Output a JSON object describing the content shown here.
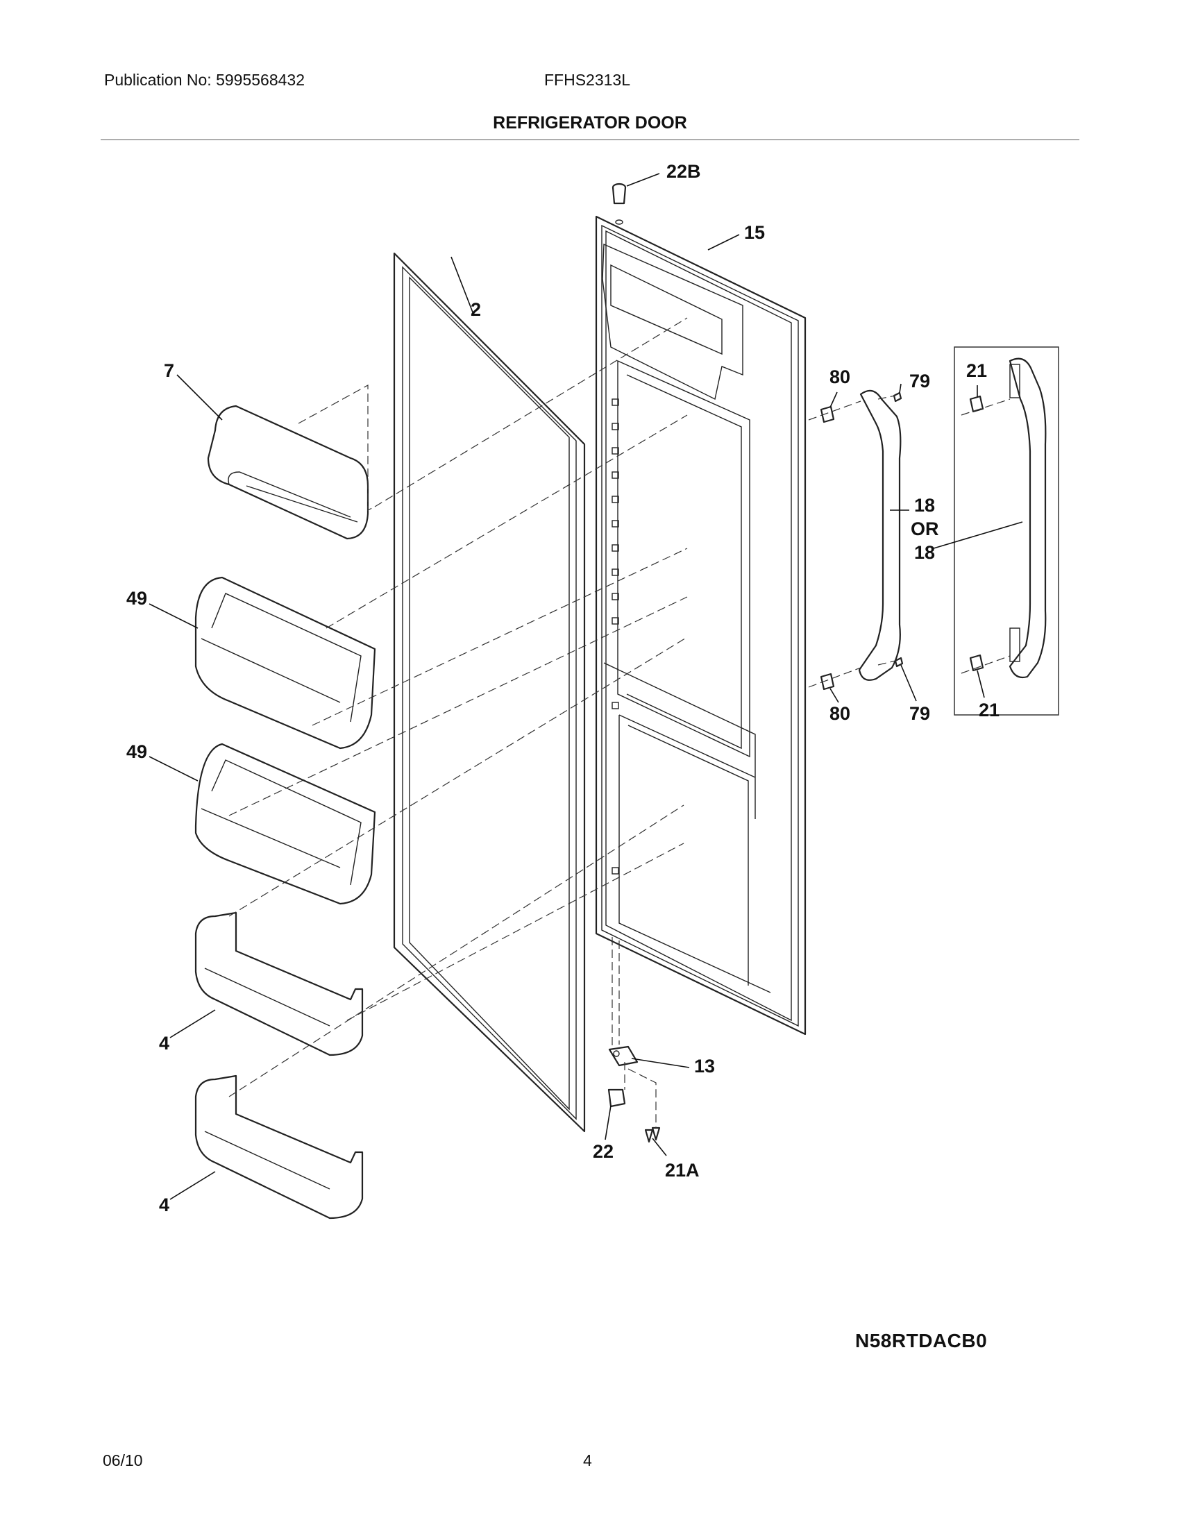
{
  "header": {
    "publication": "Publication No: 5995568432",
    "model": "FFHS2313L",
    "title": "REFRIGERATOR DOOR"
  },
  "callouts": {
    "p22b": "22B",
    "p15": "15",
    "p2": "2",
    "p7": "7",
    "p80_top": "80",
    "p79_top": "79",
    "p21_top": "21",
    "p18_a": "18",
    "p_or": "OR",
    "p18_b": "18",
    "p49_top": "49",
    "p49_bottom": "49",
    "p80_bottom": "80",
    "p79_bottom": "79",
    "p21_bottom": "21",
    "p4_top": "4",
    "p4_bottom": "4",
    "p13": "13",
    "p22": "22",
    "p21a": "21A"
  },
  "diagram_code": "N58RTDACB0",
  "footer": {
    "date": "06/10",
    "page": "4"
  }
}
